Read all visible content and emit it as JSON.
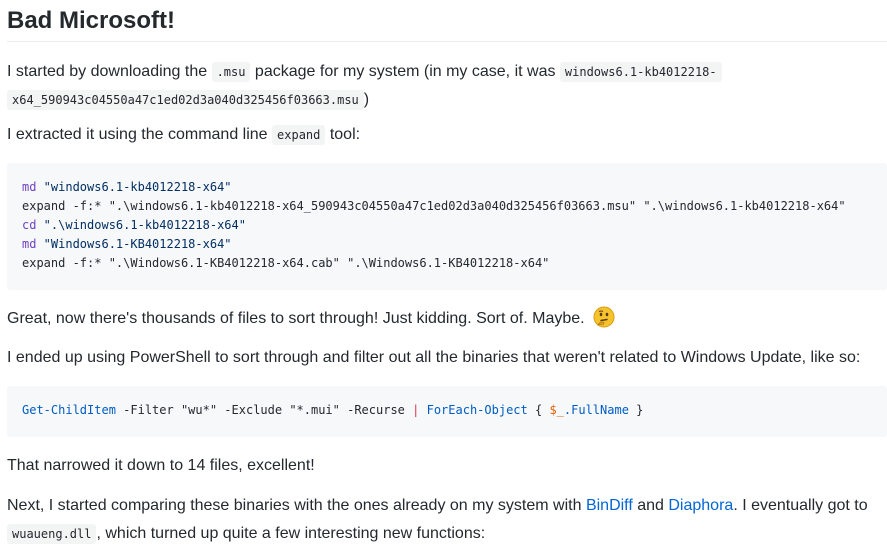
{
  "heading": "Bad Microsoft!",
  "p1": {
    "t1": "I started by downloading the ",
    "c1": ".msu",
    "t2": " package for my system (in my case, it was ",
    "c2a": "windows6.1-kb4012218-",
    "c2b": "x64_590943c04550a47c1ed02d3a040d325456f03663.msu",
    "t3": ")"
  },
  "p2": {
    "t1": "I extracted it using the command line ",
    "c1": "expand",
    "t2": " tool:"
  },
  "code1": {
    "l1a": "md",
    "l1b": " \"windows6.1-kb4012218-x64\"",
    "l2": "expand -f:* \".\\windows6.1-kb4012218-x64_590943c04550a47c1ed02d3a040d325456f03663.msu\" \".\\windows6.1-kb4012218-x64\"",
    "l3a": "cd",
    "l3b": " \".\\windows6.1-kb4012218-x64\"",
    "l4a": "md",
    "l4b": " \"Windows6.1-KB4012218-x64\"",
    "l5": "expand -f:* \".\\Windows6.1-KB4012218-x64.cab\" \".\\Windows6.1-KB4012218-x64\""
  },
  "p3": {
    "text": "Great, now there's thousands of files to sort through! Just kidding. Sort of. Maybe.",
    "emoji": "thinking-face-icon"
  },
  "p4": {
    "text": "I ended up using PowerShell to sort through and filter out all the binaries that weren't related to Windows Update, like so:"
  },
  "code2": {
    "cmd1": "Get-ChildItem",
    "mid1": " -Filter \"wu*\" -Exclude \"*.mui\" -Recurse ",
    "pipe": "|",
    "sp": " ",
    "cmd2": "ForEach-Object",
    "mid2": " { ",
    "var": "$_",
    "prop": ".FullName",
    "end": " }"
  },
  "p5": {
    "text": "That narrowed it down to 14 files, excellent!"
  },
  "p6": {
    "t1": "Next, I started comparing these binaries with the ones already on my system with ",
    "link1": "BinDiff",
    "t2": " and ",
    "link2": "Diaphora",
    "t3": ". I eventually got to",
    "c1": "wuaueng.dll",
    "t4": ", which turned up quite a few interesting new functions:"
  },
  "colors": {
    "link": "#0366d6",
    "keyword": "#6f42c1",
    "command": "#005cc5",
    "operator": "#d73a49"
  }
}
